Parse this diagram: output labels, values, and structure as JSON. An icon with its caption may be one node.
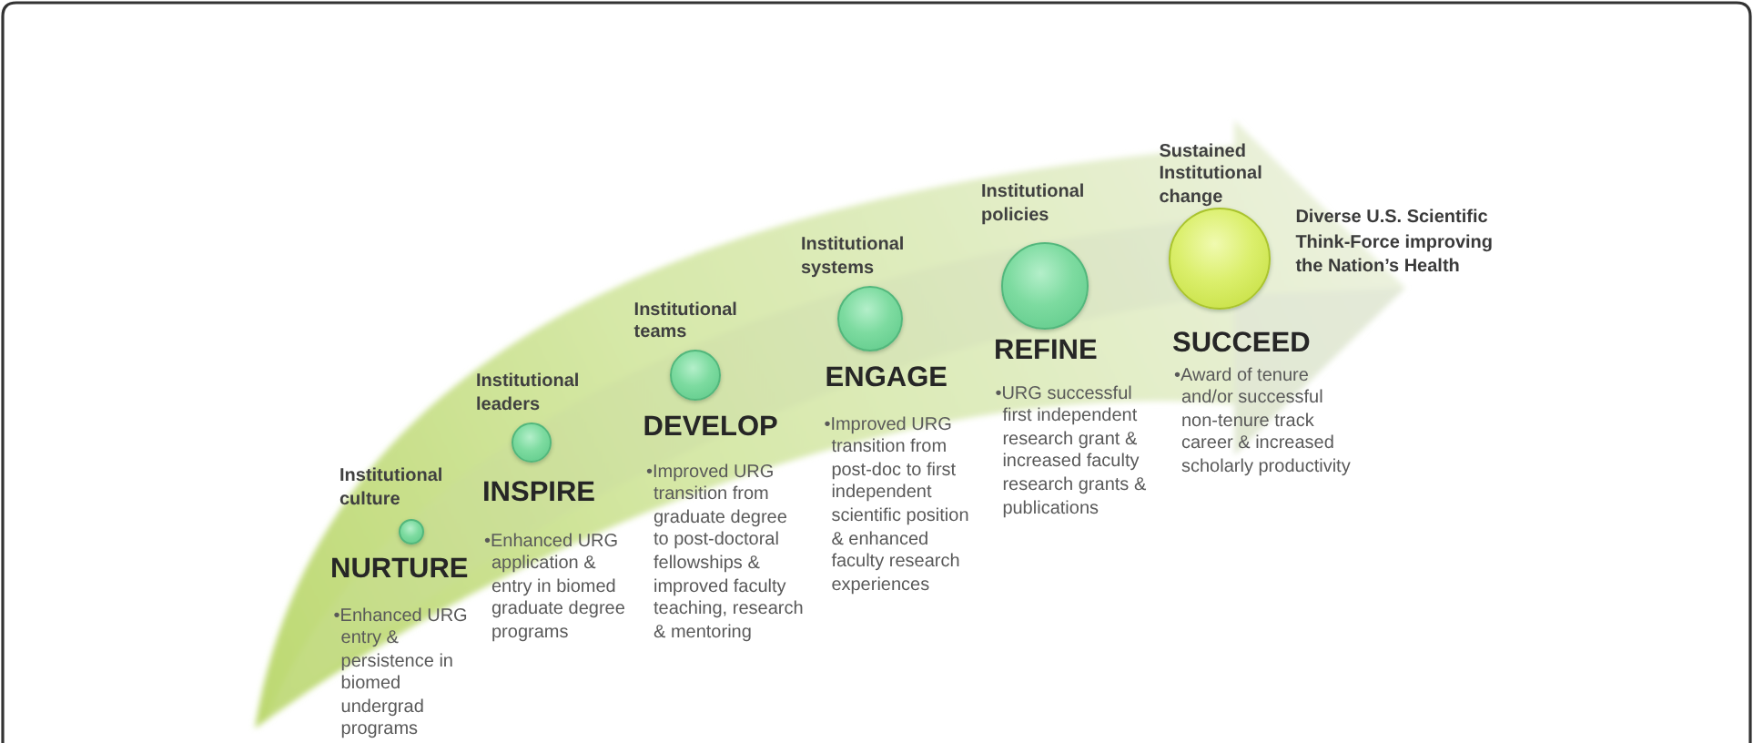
{
  "diagram": {
    "nodes": [
      {
        "text": [],
        "shape": "circle",
        "beside": [
          "Institutional culture",
          "NURTURE",
          "•Enhanced URG entry & persistence in biomed undergrad programs"
        ]
      },
      {
        "text": [],
        "shape": "circle",
        "beside": [
          "Institutional leaders",
          "INSPIRE",
          "•Enhanced URG application & entry in biomed graduate degree programs"
        ]
      },
      {
        "text": [],
        "shape": "circle",
        "beside": [
          "Institutional teams",
          "DEVELOP",
          "•Improved URG transition from graduate degree to post-doctoral fellowships & improved faculty teaching, research & mentoring"
        ]
      },
      {
        "text": [],
        "shape": "circle",
        "beside": [
          "Institutional systems",
          "ENGAGE",
          "•Improved URG transition from post-doc to first independent scientific position & enhanced faculty research experiences"
        ]
      },
      {
        "text": [],
        "shape": "circle",
        "beside": [
          "Institutional policies",
          "REFINE",
          "•URG successful first independent research grant & increased faculty research grants & publications"
        ]
      },
      {
        "text": [],
        "shape": "circle",
        "beside": [
          "Sustained Institutional change",
          "SUCCEED",
          "•Award of tenure and/or successful non-tenure track career & increased scholarly productivity"
        ]
      }
    ],
    "labels": [
      "Diverse U.S. Scientific Think-Force improving the Nation’s Health"
    ]
  }
}
